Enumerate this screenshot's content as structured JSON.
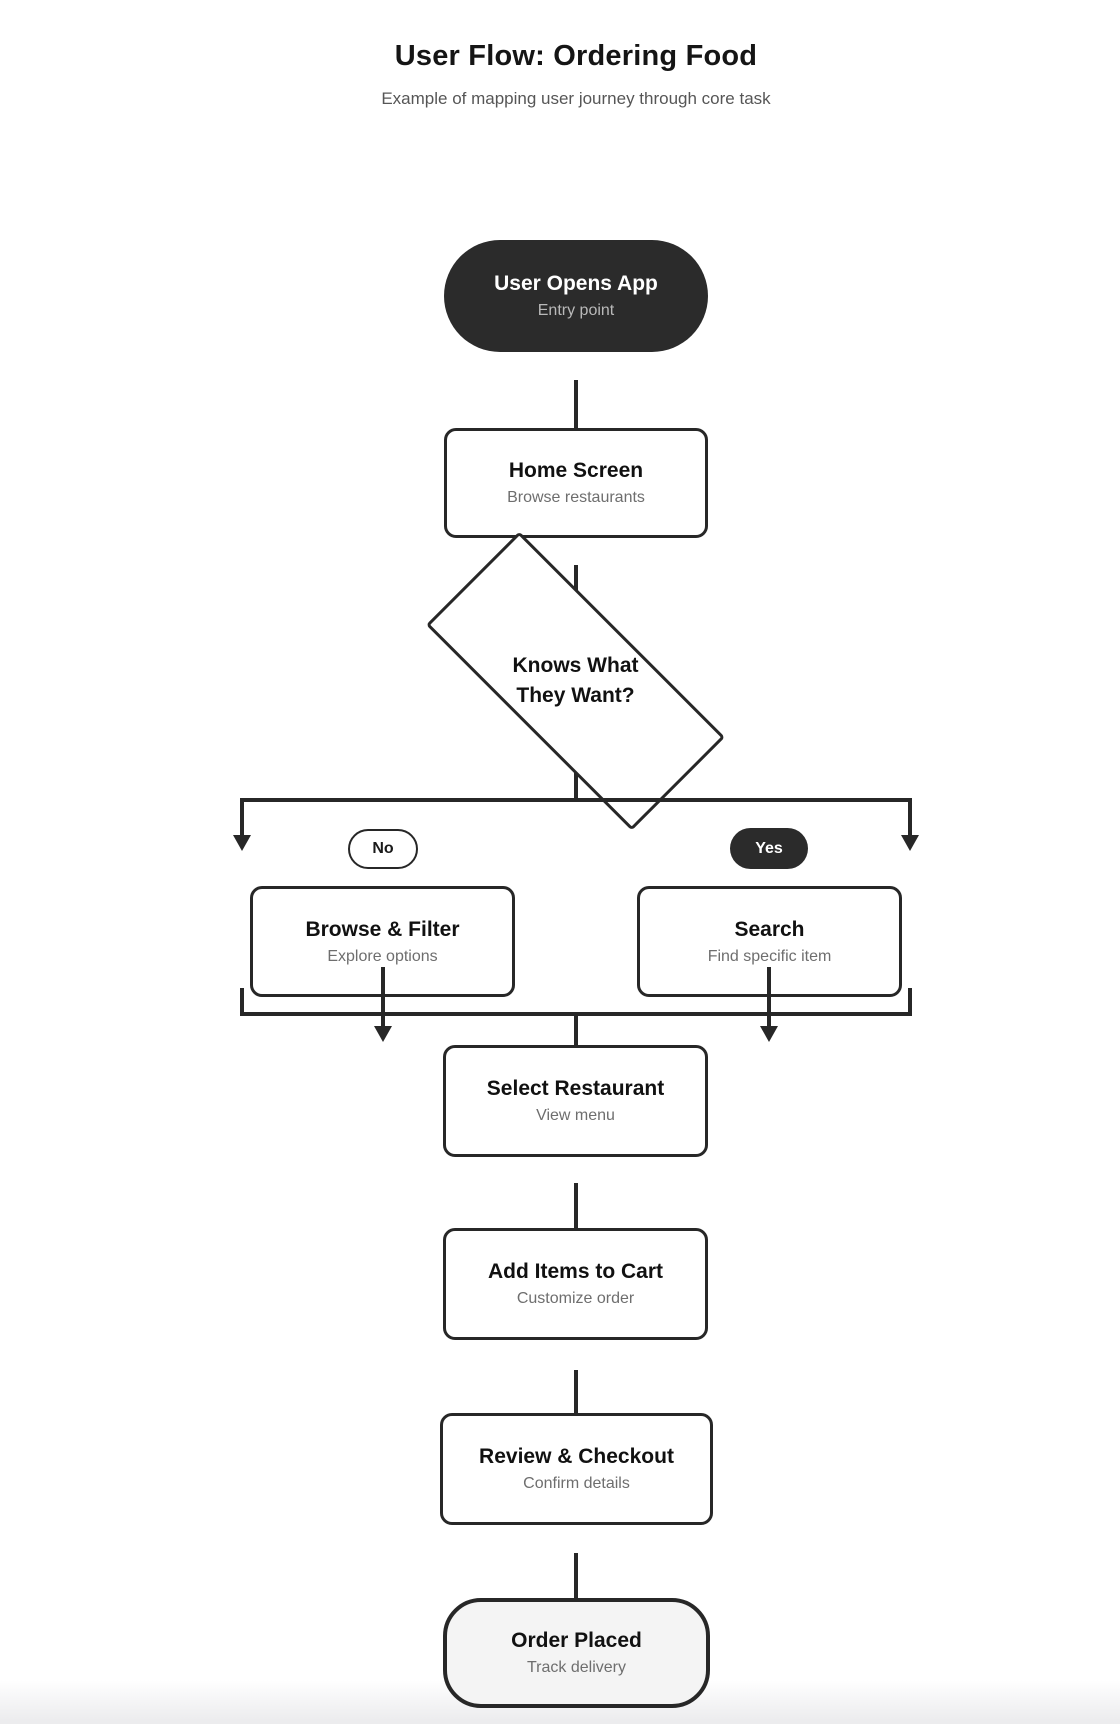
{
  "page": {
    "title": "User Flow: Ordering Food",
    "subtitle": "Example of mapping user journey through core task"
  },
  "flow": {
    "start": {
      "title": "User Opens App",
      "subtitle": "Entry point",
      "shape": "stadium",
      "variant": "dark"
    },
    "home_screen": {
      "title": "Home Screen",
      "subtitle": "Browse restaurants",
      "shape": "rect"
    },
    "decision": {
      "title": "Knows What\nThey Want?",
      "shape": "diamond"
    },
    "branch_no": {
      "label": "No"
    },
    "branch_yes": {
      "label": "Yes"
    },
    "browse_filter": {
      "title": "Browse & Filter",
      "subtitle": "Explore options",
      "shape": "rect"
    },
    "search": {
      "title": "Search",
      "subtitle": "Find specific item",
      "shape": "rect"
    },
    "select_restaurant": {
      "title": "Select Restaurant",
      "subtitle": "View menu",
      "shape": "rect"
    },
    "add_items": {
      "title": "Add Items to Cart",
      "subtitle": "Customize order",
      "shape": "rect"
    },
    "review_checkout": {
      "title": "Review & Checkout",
      "subtitle": "Confirm details",
      "shape": "rect"
    },
    "order_placed": {
      "title": "Order Placed",
      "subtitle": "Track delivery",
      "shape": "stadium",
      "variant": "end"
    }
  },
  "colors": {
    "line_ink": "#272727",
    "dark_node_bg": "#2b2b2b",
    "dark_node_subtitle": "#b9b9b9",
    "end_node_bg": "#f4f4f4",
    "node_title_text": "#111111",
    "node_subtitle_text": "#6e6e6e",
    "page_subtitle_text": "#565656"
  }
}
